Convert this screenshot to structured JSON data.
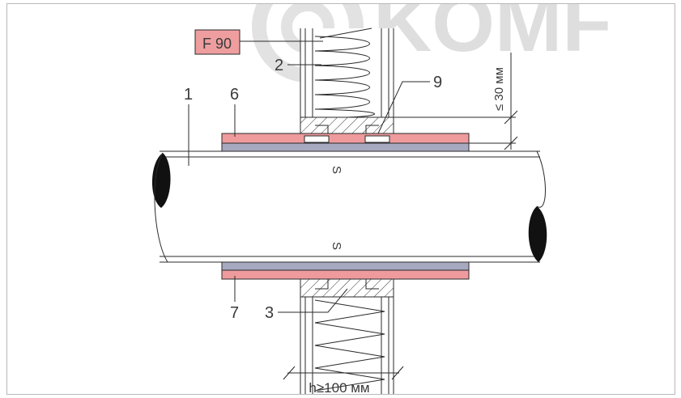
{
  "watermark": {
    "text": "KOMF"
  },
  "diagram": {
    "rating_tag": "F 90",
    "callouts": {
      "n1": "1",
      "n2": "2",
      "n3": "3",
      "n6": "6",
      "n7": "7",
      "n9": "9"
    },
    "pipe_marks": {
      "top": "S",
      "bottom": "S"
    },
    "dimensions": {
      "gap": "≤ 30 мм",
      "wall_thickness": "h≥100 мм"
    }
  },
  "colors": {
    "sleeve": "#ef9a9c",
    "liner": "#a7a9c0",
    "tag_fill": "#ef9ea0",
    "watermark": "#dedede"
  }
}
